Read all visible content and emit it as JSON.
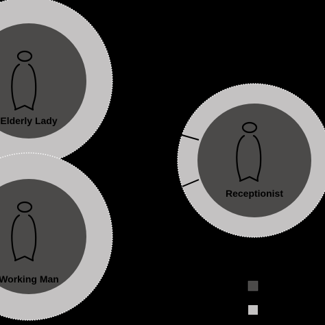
{
  "colors": {
    "background": "#000000",
    "outer_ring": "#c4c2c2",
    "inner_disc": "#4b4a49",
    "connector": "#000000",
    "label_text": "#000000"
  },
  "nodes": [
    {
      "id": "elderly-lady",
      "label": "Elderly Lady",
      "icon": "person-outline-icon"
    },
    {
      "id": "working-man",
      "label": "Working Man",
      "icon": "person-outline-icon"
    },
    {
      "id": "receptionist",
      "label": "Receptionist",
      "icon": "person-outline-icon"
    }
  ],
  "legend": {
    "items": [
      {
        "swatch": "#4b4a49",
        "label": ""
      },
      {
        "swatch": "#c4c2c2",
        "label": ""
      }
    ]
  }
}
